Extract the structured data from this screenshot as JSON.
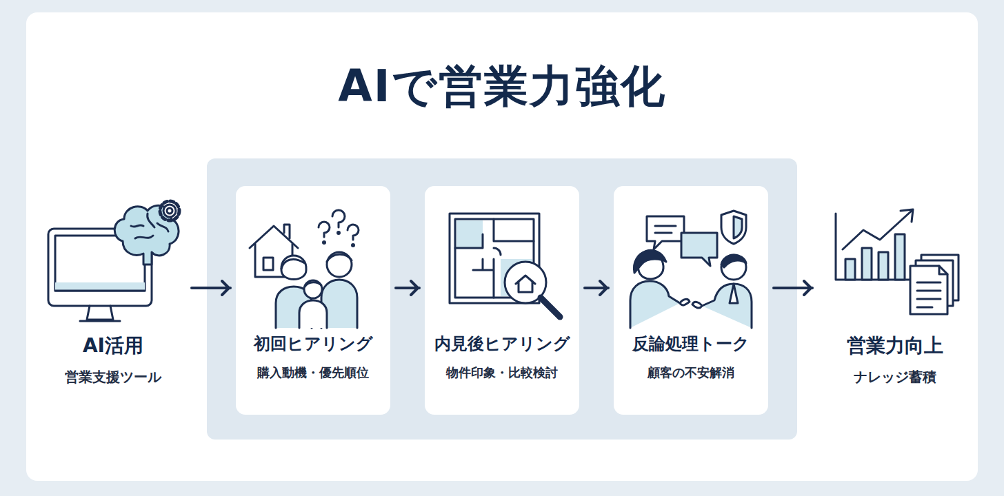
{
  "diagram": {
    "title": "AIで営業力強化",
    "nodes": [
      {
        "text": [
          "AI活用",
          "営業支援ツール"
        ]
      },
      {
        "text": [
          "初回ヒアリング",
          "購入動機・優先順位"
        ]
      },
      {
        "text": [
          "内見後ヒアリング",
          "物件印象・比較検討"
        ]
      },
      {
        "text": [
          "反論処理トーク",
          "顧客の不安解消"
        ]
      },
      {
        "text": [
          "営業力向上",
          "ナレッジ蓄積"
        ]
      }
    ],
    "edges": [
      {
        "from": 0,
        "to": 1,
        "arrow": "to"
      },
      {
        "from": 1,
        "to": 2,
        "arrow": "to"
      },
      {
        "from": 2,
        "to": 3,
        "arrow": "to"
      },
      {
        "from": 3,
        "to": 4,
        "arrow": "to"
      }
    ]
  }
}
